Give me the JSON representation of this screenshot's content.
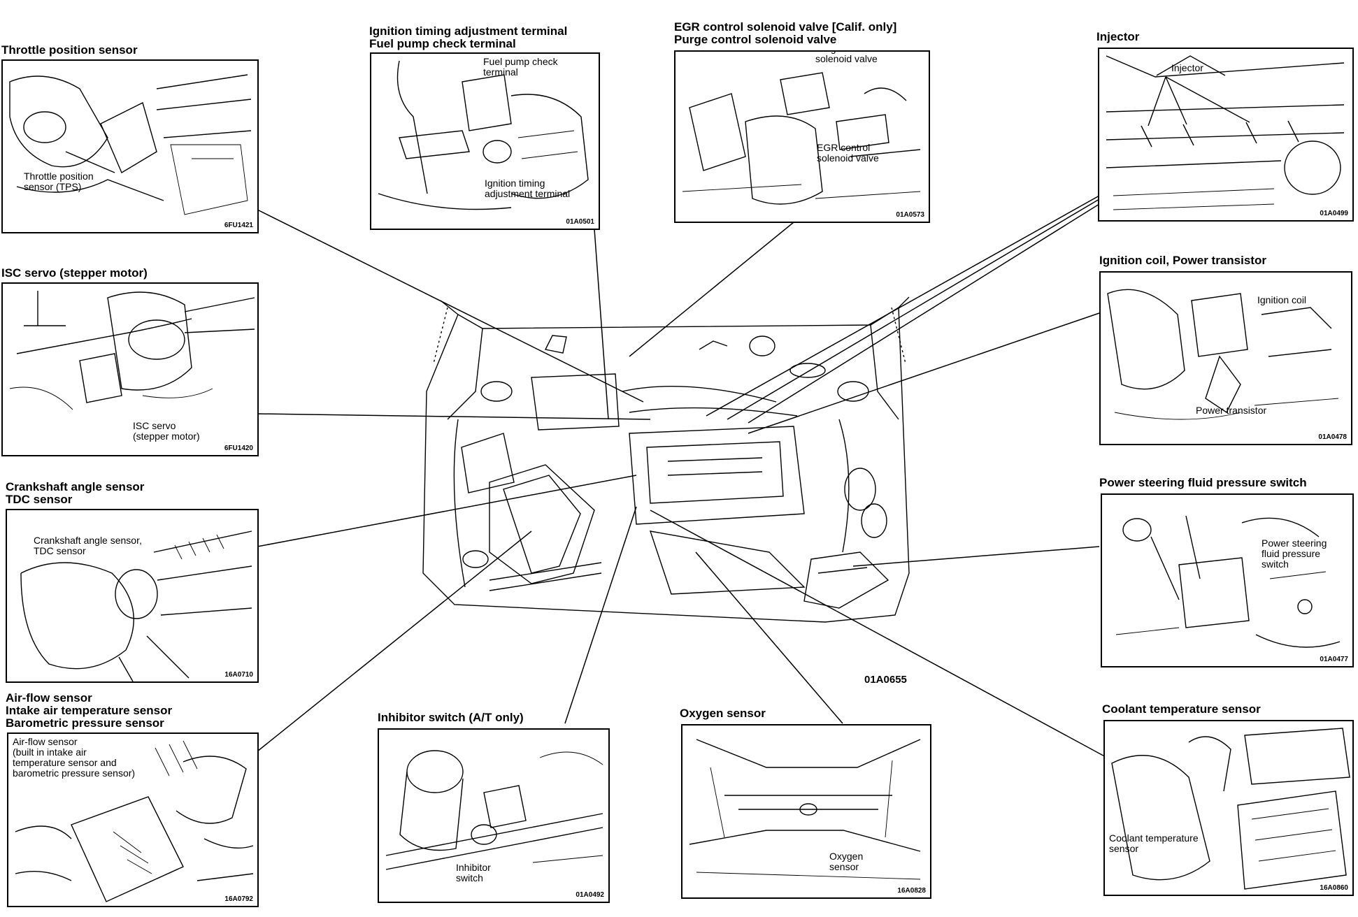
{
  "main_code": "01A0655",
  "panels": {
    "tps": {
      "title": [
        "Throttle position sensor"
      ],
      "callout": "Throttle position\nsensor (TPS)",
      "code": "6FU1421"
    },
    "isc": {
      "title": [
        "ISC servo (stepper motor)"
      ],
      "callout": "ISC servo\n(stepper motor)",
      "code": "6FU1420"
    },
    "crank": {
      "title": [
        "Crankshaft angle sensor",
        "TDC sensor"
      ],
      "callout": "Crankshaft angle sensor,\nTDC sensor",
      "code": "16A0710"
    },
    "airflow": {
      "title": [
        "Air-flow sensor",
        "Intake air temperature sensor",
        "Barometric pressure sensor"
      ],
      "callout": "Air-flow sensor\n(built in intake air\ntemperature sensor and\nbarometric pressure sensor)",
      "code": "16A0792"
    },
    "ignition_timing": {
      "title": [
        "Ignition timing adjustment terminal",
        "Fuel pump check terminal"
      ],
      "callout_1": "Fuel pump check\nterminal",
      "callout_2": "Ignition timing\nadjustment terminal",
      "code": "01A0501"
    },
    "egr": {
      "title": [
        "EGR control solenoid valve [Calif. only]",
        "Purge control solenoid valve"
      ],
      "callout_1": "Purge control\nsolenoid valve",
      "callout_2": "EGR control\nsolenoid valve",
      "code": "01A0573"
    },
    "injector": {
      "title": [
        "Injector"
      ],
      "callout": "Injector",
      "code": "01A0499"
    },
    "coil": {
      "title": [
        "Ignition coil, Power transistor"
      ],
      "callout_1": "Ignition coil",
      "callout_2": "Power transistor",
      "code": "01A0478"
    },
    "ps": {
      "title": [
        "Power steering fluid pressure switch"
      ],
      "callout": "Power steering\nfluid pressure\nswitch",
      "code": "01A0477"
    },
    "coolant": {
      "title": [
        "Coolant temperature sensor"
      ],
      "callout": "Coolant temperature\nsensor",
      "code": "16A0860"
    },
    "inhibitor": {
      "title": [
        "Inhibitor switch (A/T only)"
      ],
      "callout": "Inhibitor\nswitch",
      "code": "01A0492"
    },
    "oxygen": {
      "title": [
        "Oxygen sensor"
      ],
      "callout": "Oxygen\nsensor",
      "code": "16A0828"
    }
  }
}
